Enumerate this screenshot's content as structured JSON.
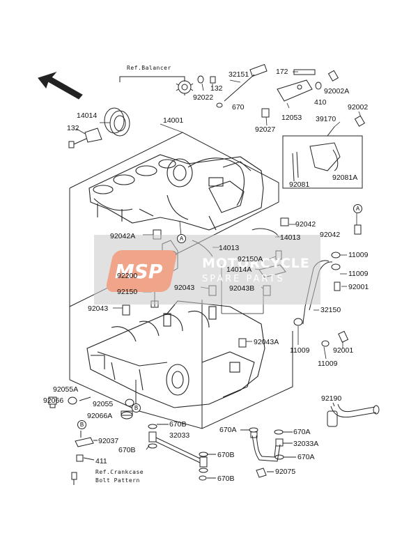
{
  "colors": {
    "line": "#222222",
    "watermark_bg": "#c8c8c8",
    "watermark_badge": "#f0a58a"
  },
  "watermark": {
    "badge": "MSP",
    "brand": "MOTORCYCLE",
    "sub": "SPARE PARTS"
  },
  "refs": {
    "balancer": "Ref.Balancer",
    "crankcase_line1": "Ref.Crankcase",
    "crankcase_line2": "Bolt Pattern"
  },
  "callouts": {
    "a": "A",
    "b": "B"
  },
  "parts": {
    "p14001": "14001",
    "p14014": "14014",
    "p132a": "132",
    "p132b": "132",
    "p92022": "92022",
    "p32151": "32151",
    "p670": "670",
    "p172": "172",
    "p92002A": "92002A",
    "p410": "410",
    "p12053": "12053",
    "p92027": "92027",
    "p92002": "92002",
    "p39170": "39170",
    "p92081": "92081",
    "p92081A": "92081A",
    "p92042a": "92042",
    "p92042b": "92042",
    "p92042A": "92042A",
    "p14013a": "14013",
    "p14013b": "14013",
    "p92150A": "92150A",
    "p14014A": "14014A",
    "p92043Ba": "92043B",
    "p92200": "92200",
    "p92150": "92150",
    "p92043a": "92043",
    "p92043b": "92043",
    "p11009a": "11009",
    "p11009b": "11009",
    "p92001a": "92001",
    "p32150": "32150",
    "p92043A": "92043A",
    "p11009c": "11009",
    "p11009d": "11009",
    "p92001b": "92001",
    "p92055A": "92055A",
    "p92066": "92066",
    "p92055": "92055",
    "p92066A": "92066A",
    "p92190": "92190",
    "p670Ba": "670B",
    "p32033": "32033",
    "p670Bb": "670B",
    "p670Bc": "670B",
    "p670Bd": "670B",
    "p92037": "92037",
    "p411": "411",
    "p670Aa": "670A",
    "p670Ab": "670A",
    "p32033A": "32033A",
    "p670Ac": "670A",
    "p92075": "92075"
  }
}
